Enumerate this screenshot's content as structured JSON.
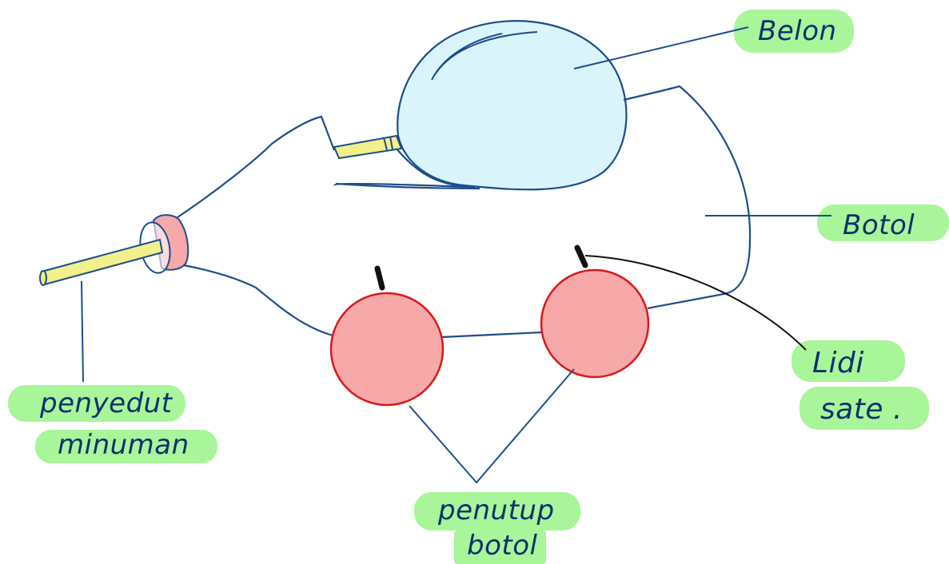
{
  "labels": {
    "balloon": "Belon",
    "bottle": "Botol",
    "skewer_line1": "Lidi",
    "skewer_line2": "sate .",
    "straw_line1": "penyedut",
    "straw_line2": "minuman",
    "caps_line1": "penutup",
    "caps_line2": "botol"
  },
  "colors": {
    "outline": "#1c4d8c",
    "label_text": "#0f2f6e",
    "highlight": "#a8f59a",
    "balloon_fill": "#d9f4fb",
    "straw_fill": "#f2f08a",
    "cap_fill": "#f7a8a8",
    "cap_stroke": "#d8191b",
    "skewer": "#111111"
  }
}
